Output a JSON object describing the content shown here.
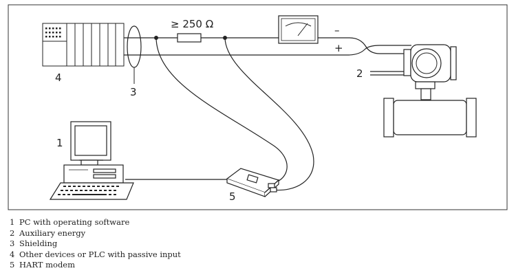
{
  "diagram": {
    "resistor_label": "≥ 250 Ω",
    "polarity_minus": "–",
    "polarity_plus": "+",
    "callouts": [
      "1",
      "2",
      "3",
      "4",
      "5"
    ]
  },
  "legend": [
    {
      "num": "1",
      "text": "PC with operating software"
    },
    {
      "num": "2",
      "text": "Auxiliary energy"
    },
    {
      "num": "3",
      "text": "Shielding"
    },
    {
      "num": "4",
      "text": "Other devices or PLC with passive input"
    },
    {
      "num": "5",
      "text": "HART modem"
    }
  ]
}
